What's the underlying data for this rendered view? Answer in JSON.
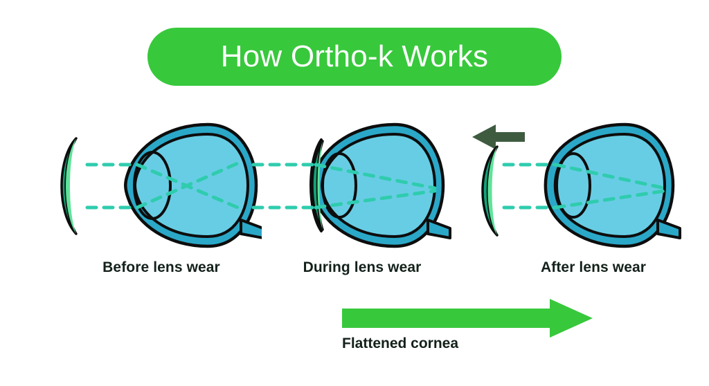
{
  "figure": {
    "title": "How Ortho-k Works",
    "background_color": "#ffffff"
  },
  "colors": {
    "title_pill": "#38c83c",
    "title_text": "#ffffff",
    "eye_fill": "#67cde4",
    "sclera_band": "#2ba8c8",
    "outline": "#0d0d0d",
    "lens_light": "#5fe39a",
    "lens_dark": "#12a37a",
    "light_ray": "#2fccae",
    "caption_text": "#13211a",
    "removal_arrow": "#3e5b40",
    "progress_arrow": "#38c83c"
  },
  "stages": [
    {
      "id": "before-lens-wear",
      "label": "Before lens wear",
      "lens_position": "detached-in-front-of-eye",
      "cornea_shape": "steeply-curved",
      "focal_point": "in-front-of-retina",
      "has_removal_arrow": false
    },
    {
      "id": "during-lens-wear",
      "label": "During lens wear",
      "lens_position": "seated-on-cornea",
      "cornea_shape": "flattened-by-lens",
      "focal_point": "on-retina",
      "has_removal_arrow": false
    },
    {
      "id": "after-lens-wear",
      "label": "After lens wear",
      "lens_position": "removed-detached",
      "cornea_shape": "flattened",
      "focal_point": "on-retina",
      "has_removal_arrow": true,
      "removal_arrow_direction": "left"
    }
  ],
  "bottom": {
    "caption": "Flattened cornea",
    "arrow_direction": "right"
  },
  "icons": {
    "removal_arrow": "arrow-left-icon",
    "progress_arrow": "arrow-right-icon"
  }
}
